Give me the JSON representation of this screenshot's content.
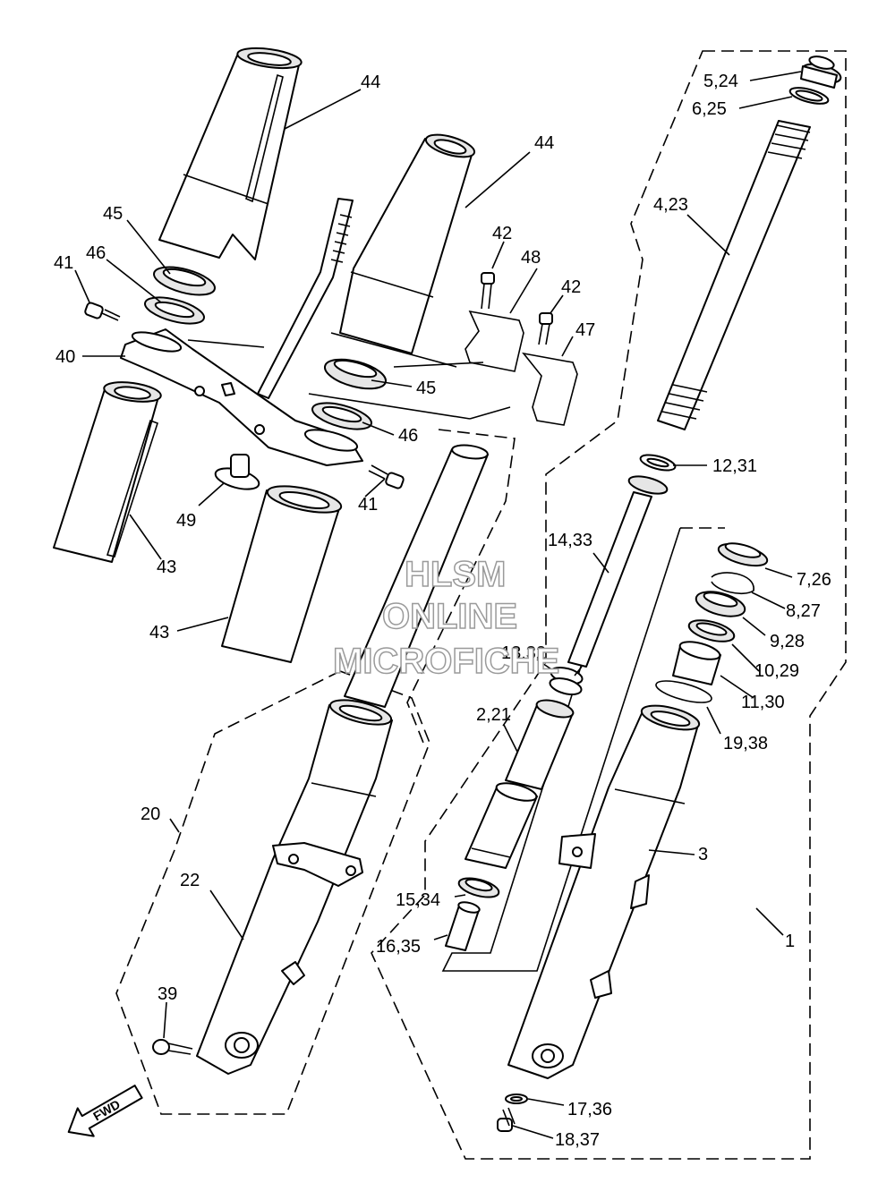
{
  "watermark": {
    "line1": "HLSM",
    "line2": "ONLINE",
    "line3": "MICROFICHE"
  },
  "direction_label": "FWD",
  "callouts": {
    "c44a": "44",
    "c44b": "44",
    "c45a": "45",
    "c45b": "45",
    "c46a": "46",
    "c46b": "46",
    "c41a": "41",
    "c41b": "41",
    "c40": "40",
    "c42a": "42",
    "c42b": "42",
    "c48": "48",
    "c47": "47",
    "c49": "49",
    "c43a": "43",
    "c43b": "43",
    "c5_24": "5,24",
    "c6_25": "6,25",
    "c4_23": "4,23",
    "c12_31": "12,31",
    "c14_33": "14,33",
    "c7_26": "7,26",
    "c8_27": "8,27",
    "c9_28": "9,28",
    "c10_29": "10,29",
    "c11_30": "11,30",
    "c13_32": "13,32",
    "c19_38": "19,38",
    "c2_21": "2,21",
    "c3": "3",
    "c20": "20",
    "c22": "22",
    "c15_34": "15,34",
    "c16_35": "16,35",
    "c1": "1",
    "c39": "39",
    "c17_36": "17,36",
    "c18_37": "18,37"
  }
}
